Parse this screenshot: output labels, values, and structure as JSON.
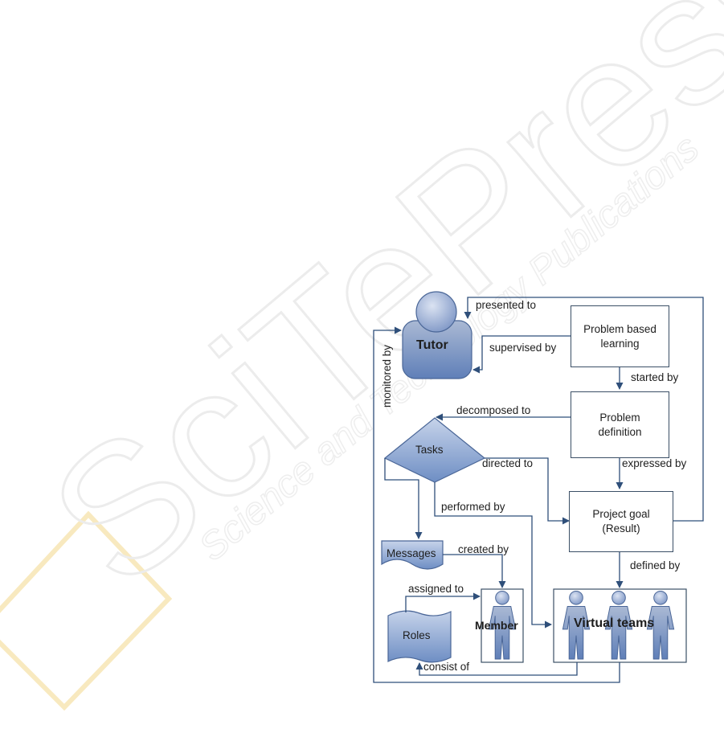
{
  "watermark": {
    "main": "SciTePress",
    "sub": "Science and Technology Publications"
  },
  "nodes": {
    "tutor": "Tutor",
    "pbl": "Problem based learning",
    "problem_definition": "Problem definition",
    "tasks": "Tasks",
    "project_goal": "Project goal (Result)",
    "messages": "Messages",
    "roles": "Roles",
    "member": "Member",
    "virtual_teams": "Virtual teams"
  },
  "edges": {
    "presented_to": "presented to",
    "supervised_by": "supervised by",
    "started_by": "started by",
    "decomposed_to": "decomposed to",
    "directed_to": "directed to",
    "expressed_by": "expressed by",
    "performed_by": "performed by",
    "created_by": "created by",
    "defined_by": "defined by",
    "assigned_to": "assigned to",
    "consist_of": "consist of",
    "monitored_by": "monitored by"
  },
  "colors": {
    "stroke": "#3b5f8f",
    "line": "#2f4f7a",
    "fill_light": "#c9d8ee",
    "fill_dark": "#6d8fc2"
  }
}
